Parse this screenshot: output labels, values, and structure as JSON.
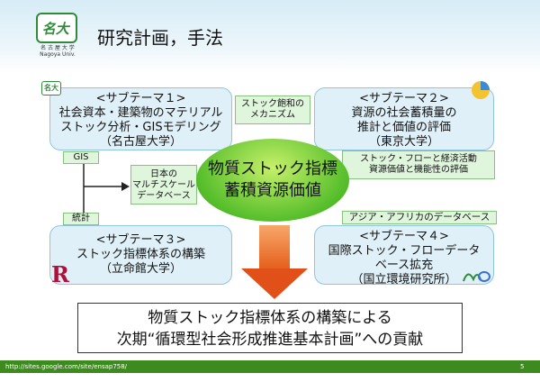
{
  "header": {
    "title": "研究計画，手法",
    "logo_mark": "名大",
    "logo_text_ja": "名 古 屋 大 学",
    "logo_text_en": "Nagoya Univ."
  },
  "subthemes": [
    {
      "heading": "<サブテーマ１>",
      "lines": [
        "社会資本・建築物のマテリアル",
        "ストック分析・GISモデリング",
        "（名古屋大学）"
      ]
    },
    {
      "heading": "<サブテーマ２>",
      "lines": [
        "資源の社会蓄積量の",
        "推計と価値の評価",
        "（東京大学）"
      ]
    },
    {
      "heading": "<サブテーマ３>",
      "lines": [
        "ストック指標体系の構築",
        "（立命館大学）"
      ]
    },
    {
      "heading": "<サブテーマ４>",
      "lines": [
        "国際ストック・フローデータ",
        "ベース拡充",
        "（国立環境研究所）"
      ]
    }
  ],
  "links": {
    "saturation": [
      "ストック飽和の",
      "メカニズム"
    ],
    "gis": "GIS",
    "stats": "統計",
    "database": [
      "日本の",
      "マルチスケール",
      "データベース"
    ],
    "flow_econ": [
      "ストック・フローと経済活動",
      "資源価値と機能性の評価"
    ],
    "asia_africa": "アジア・アフリカのデータベース"
  },
  "center": {
    "line1": "物質ストック指標",
    "line2": "蓄積資源価値"
  },
  "conclusion": {
    "line1": "物質ストック指標体系の構築による",
    "line2": "次期“循環型社会形成推進基本計画”への貢献"
  },
  "footer": {
    "url": "http://sites.google.com/site/ensap758/",
    "page": "5"
  },
  "colors": {
    "panel": "#dff0f8",
    "tag": "#dff6dd",
    "arrow": "#e2501a",
    "footer": "#3d8a1e",
    "ellipse": "#56be2b"
  }
}
